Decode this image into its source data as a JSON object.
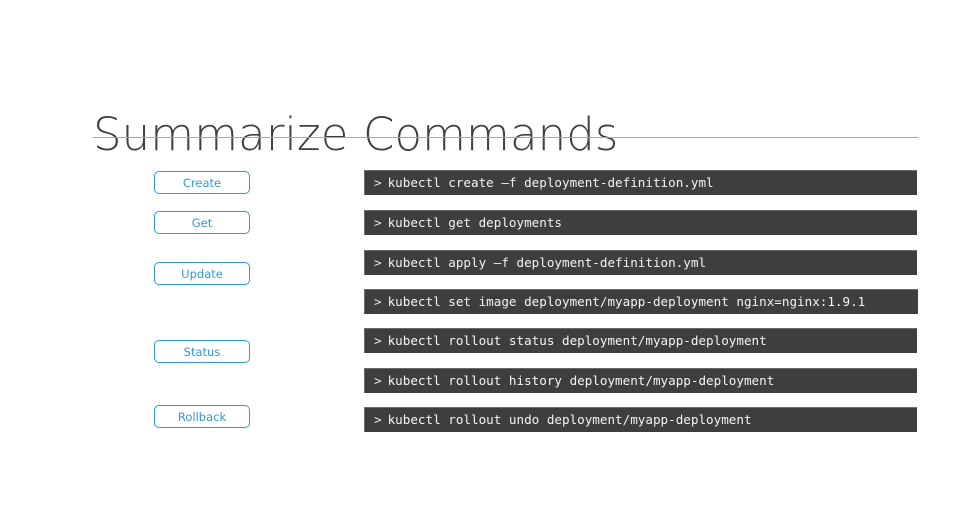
{
  "slide": {
    "title": "Summarize Commands",
    "background_color": "#ffffff",
    "title_color": "#3f3f3f",
    "rule_color": "#a6a6a6",
    "accent_color": "#3398d4",
    "terminal_background": "#3e3e3e",
    "terminal_text_color": "#f2f2f2"
  },
  "categories": [
    {
      "label": "Create"
    },
    {
      "label": "Get"
    },
    {
      "label": "Update"
    },
    {
      "label": "Status"
    },
    {
      "label": "Rollback"
    }
  ],
  "commands": [
    {
      "prompt": ">",
      "text": "kubectl create –f deployment-definition.yml"
    },
    {
      "prompt": ">",
      "text": "kubectl get deployments"
    },
    {
      "prompt": ">",
      "text": "kubectl apply –f deployment-definition.yml"
    },
    {
      "prompt": ">",
      "text": "kubectl set image deployment/myapp-deployment nginx=nginx:1.9.1"
    },
    {
      "prompt": ">",
      "text": "kubectl rollout status deployment/myapp-deployment"
    },
    {
      "prompt": ">",
      "text": "kubectl rollout history deployment/myapp-deployment"
    },
    {
      "prompt": ">",
      "text": "kubectl rollout undo deployment/myapp-deployment"
    }
  ]
}
